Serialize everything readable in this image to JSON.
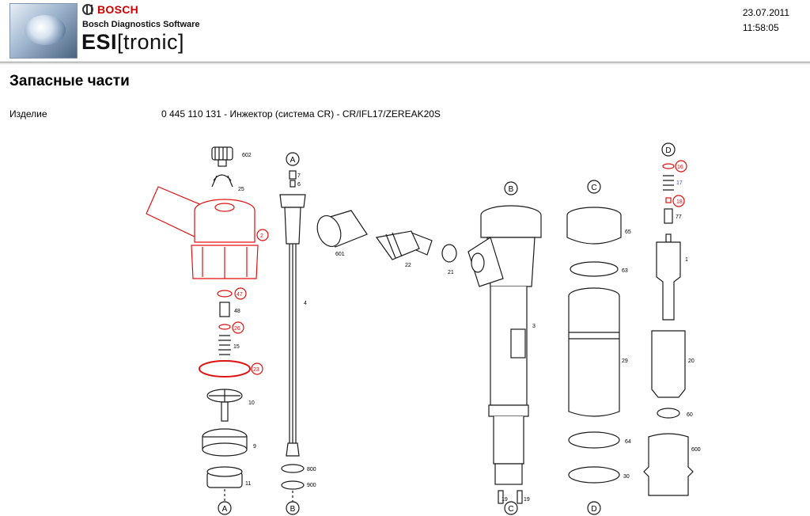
{
  "header": {
    "brand": "BOSCH",
    "sub_brand": "Bosch Diagnostics Software",
    "product_bold": "ESI",
    "product_rest": "[tronic]",
    "date": "23.07.2011",
    "time": "11:58:05"
  },
  "page": {
    "title": "Запасные части",
    "product_label": "Изделие",
    "product_value": "0 445 110 131 - Инжектор (система CR) - CR/IFL17/ZEREAK20S"
  },
  "diagram": {
    "section_markers": [
      "A",
      "A",
      "B",
      "B",
      "C",
      "C",
      "D",
      "D"
    ],
    "part_numbers": [
      "602",
      "25",
      "2",
      "47",
      "48",
      "26",
      "15",
      "23",
      "10",
      "9",
      "11",
      "7",
      "6",
      "4",
      "800",
      "900",
      "601",
      "22",
      "21",
      "3",
      "19",
      "19",
      "65",
      "63",
      "29",
      "64",
      "30",
      "16",
      "17",
      "18",
      "77",
      "1",
      "20",
      "60",
      "600"
    ],
    "highlight_color": "#e01010",
    "line_color": "#1a1a1a"
  }
}
